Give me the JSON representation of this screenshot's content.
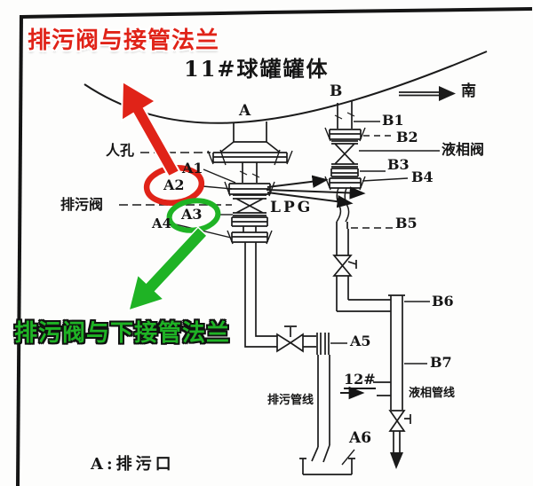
{
  "callouts": {
    "red_text": "排污阀与接管法兰",
    "green_text": "排污阀与下接管法兰",
    "red_color": "#e02318",
    "green_color": "#1fb325"
  },
  "diagram": {
    "title": "11#球罐罐体",
    "direction": "南",
    "manhole": "人孔",
    "blowdown_valve": "排污阀",
    "liquid_valve": "液相阀",
    "lpg": "LPG",
    "tank12": "12#",
    "blowdown_line": "排污管线",
    "liquid_line": "液相管线",
    "legend": "A:排污口",
    "a_labels": [
      "A",
      "A1",
      "A2",
      "A3",
      "A4",
      "A5",
      "A6"
    ],
    "b_labels": [
      "B",
      "B1",
      "B2",
      "B3",
      "B4",
      "B5",
      "B6",
      "B7"
    ]
  }
}
